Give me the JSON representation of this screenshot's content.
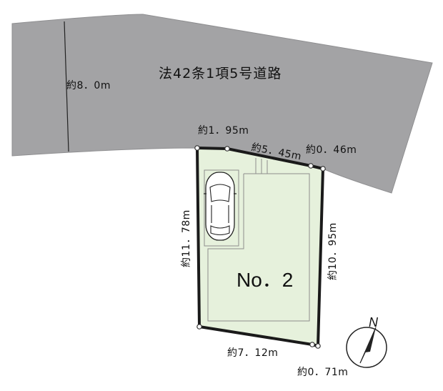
{
  "road": {
    "name": "法42条1項5号道路",
    "width_label": "約8．0m"
  },
  "lot": {
    "name": "No．2"
  },
  "dimensions": {
    "top_left": "約1．95m",
    "top_mid": "約5．45m",
    "top_right": "約0．46m",
    "left": "約11．78m",
    "right": "約10．95m",
    "bottom": "約7．12m",
    "bottom_right": "約0．71m"
  },
  "compass": {
    "north": "N"
  }
}
